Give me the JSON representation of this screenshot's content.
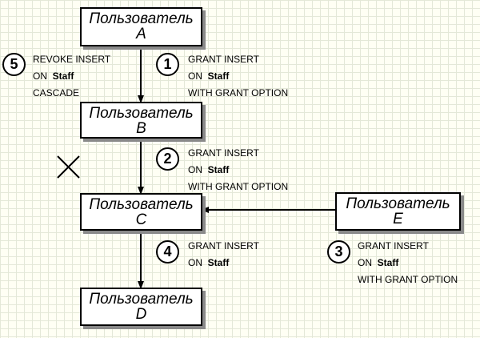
{
  "nodes": [
    {
      "id": "A",
      "title": "Пользователь",
      "letter": "A"
    },
    {
      "id": "B",
      "title": "Пользователь",
      "letter": "B"
    },
    {
      "id": "C",
      "title": "Пользователь",
      "letter": "C"
    },
    {
      "id": "D",
      "title": "Пользователь",
      "letter": "D"
    },
    {
      "id": "E",
      "title": "Пользователь",
      "letter": "E"
    }
  ],
  "steps": [
    {
      "number": "1",
      "line1": "GRANT INSERT",
      "on": "ON",
      "object": "Staff",
      "line3": "WITH GRANT OPTION"
    },
    {
      "number": "2",
      "line1": "GRANT INSERT",
      "on": "ON",
      "object": "Staff",
      "line3": "WITH GRANT OPTION"
    },
    {
      "number": "3",
      "line1": "GRANT INSERT",
      "on": "ON",
      "object": "Staff",
      "line3": "WITH GRANT OPTION"
    },
    {
      "number": "4",
      "line1": "GRANT INSERT",
      "on": "ON",
      "object": "Staff"
    },
    {
      "number": "5",
      "line1": "REVOKE INSERT",
      "on": "ON",
      "object": "Staff",
      "line3": "CASCADE"
    }
  ],
  "edges": [
    {
      "from": "A",
      "to": "B",
      "step": "1"
    },
    {
      "from": "B",
      "to": "C",
      "step": "2"
    },
    {
      "from": "E",
      "to": "C",
      "step": "3"
    },
    {
      "from": "C",
      "to": "D",
      "step": "4"
    }
  ],
  "marks": [
    {
      "name": "revoked-mark",
      "symbol": "cross",
      "target_edge": "B-C"
    }
  ],
  "colors": {
    "background": "#fffff4",
    "grid": "#e4e8d8",
    "shadow": "#8a8a8a",
    "line": "#000000"
  }
}
